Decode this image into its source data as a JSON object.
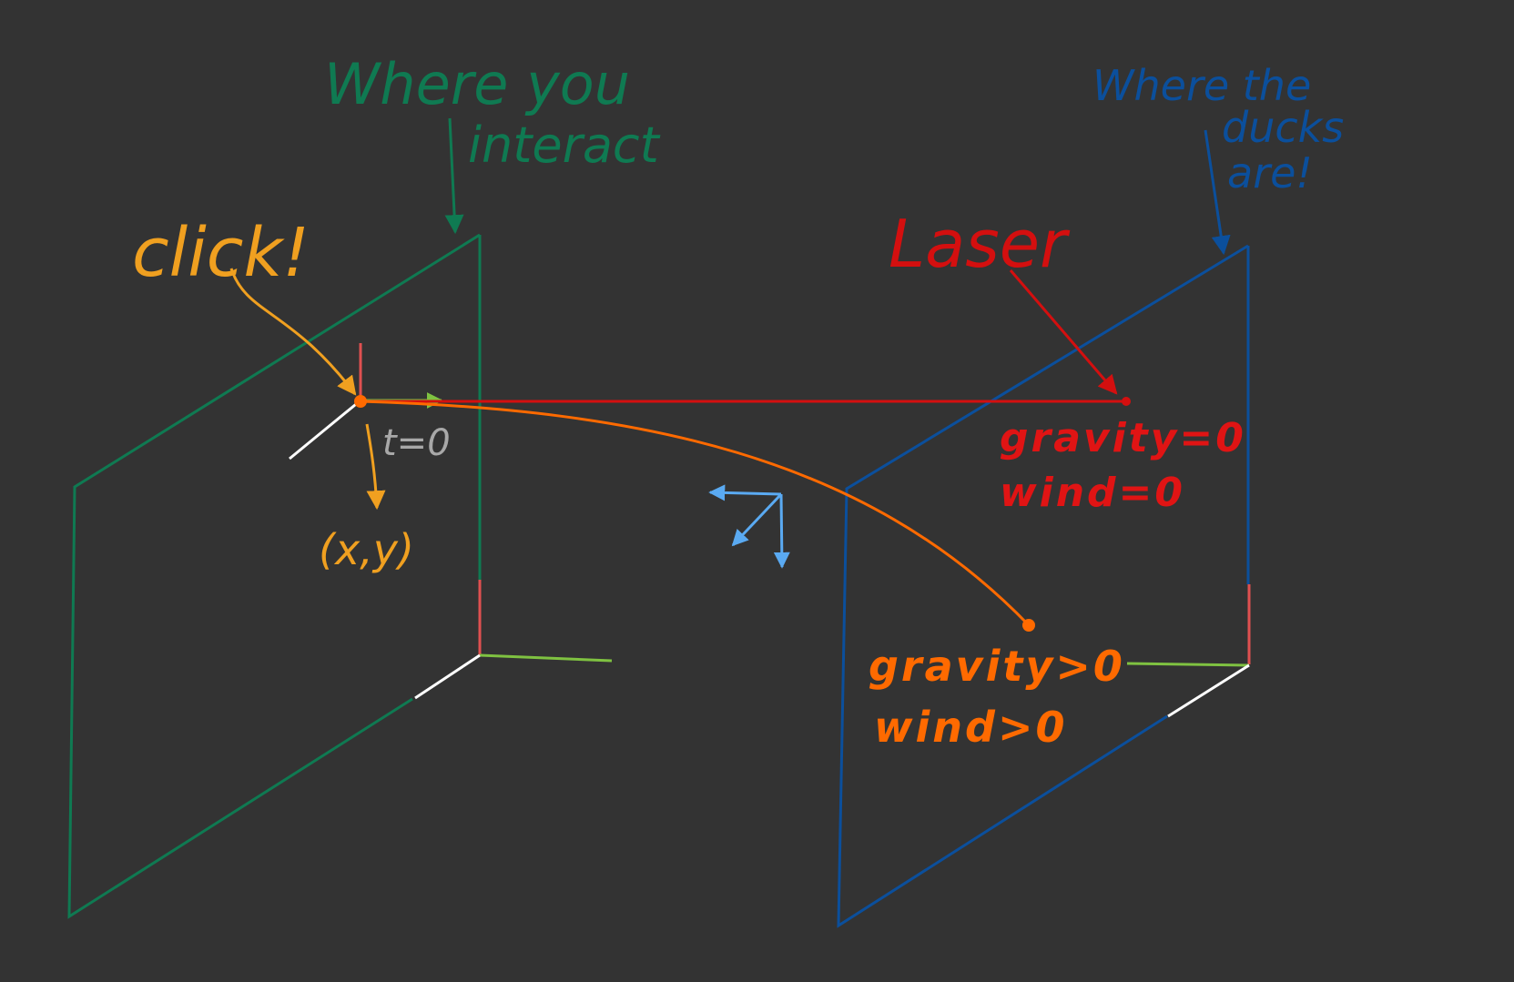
{
  "labels": {
    "interact_line1": "Where you",
    "interact_line2": "interact",
    "ducks_line1": "Where the",
    "ducks_line2": "ducks",
    "ducks_line3": "are!",
    "click": "click!",
    "t0": "t=0",
    "xy": "(x,y)",
    "laser": "Laser",
    "laser_gravity": "gravity=0",
    "laser_wind": "wind=0",
    "projectile_gravity": "gravity>0",
    "projectile_wind": "wind>0"
  },
  "colors": {
    "background": "#333333",
    "near_plane": "#0f7a52",
    "far_plane": "#0b4f9c",
    "click": "#f0a020",
    "laser": "#d40f0f",
    "projectile": "#ff6a00",
    "axis_x": "#e05050",
    "axis_y": "#7fc241",
    "axis_z": "#ffffff",
    "force_arrows": "#5aaaf2",
    "t0": "#a8a8a8"
  }
}
